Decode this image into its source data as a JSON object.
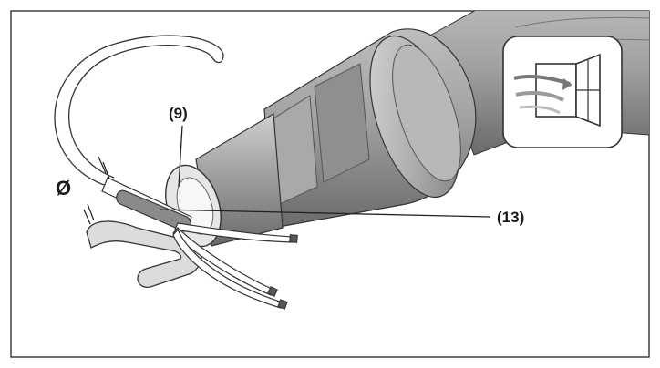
{
  "callouts": {
    "part_9": "(9)",
    "part_13": "(13)",
    "diameter_symbol": "Ø"
  },
  "icons": {
    "ventilation": "open-window-ventilation-icon"
  },
  "colors": {
    "frame": "#333333",
    "tool_body": "#9a9a9a",
    "tool_dark": "#6e6e6e",
    "tool_light": "#c8c8c8",
    "line": "#222222"
  }
}
